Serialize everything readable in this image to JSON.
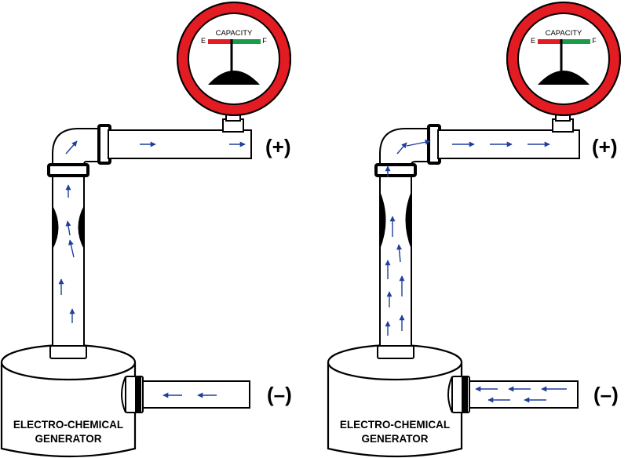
{
  "gauge": {
    "title": "CAPACITY",
    "empty_label": "E",
    "full_label": "F"
  },
  "terminals": {
    "positive": "(+)",
    "negative": "(–)"
  },
  "generator": {
    "line1": "ELECTRO-CHEMICAL",
    "line2": "GENERATOR"
  },
  "colors": {
    "gauge_ring": "#e31b23",
    "gauge_empty": "#e31b23",
    "gauge_full": "#1a9a4a",
    "flow_arrow": "#1f3f9a",
    "outline": "#000000"
  },
  "icons": [
    "flow-arrow-icon",
    "gauge-needle-icon",
    "constriction-icon"
  ]
}
